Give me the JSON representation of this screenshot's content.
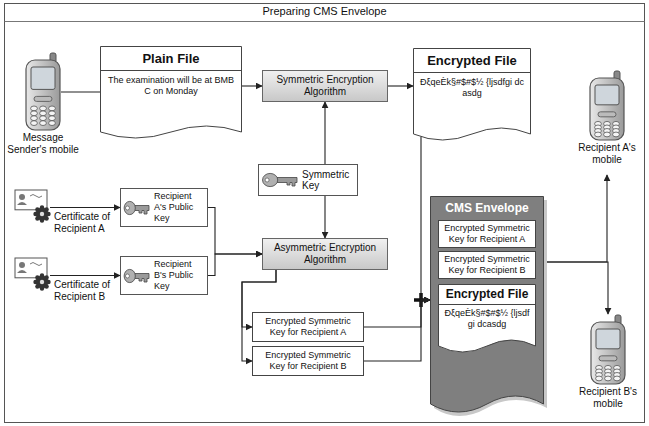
{
  "diagram": {
    "title": "Preparing CMS Envelope",
    "nodes": [
      {
        "text": [
          "Message Sender's mobile"
        ]
      },
      {
        "text": [
          "Plain File",
          "The examination will be at BMBC on Monday"
        ]
      },
      {
        "text": [
          "Symmetric Encryption Algorithm"
        ]
      },
      {
        "text": [
          "Encrypted File",
          "ÐξqeÈk§#$#$½ {ljsdfgi dcasdg"
        ]
      },
      {
        "text": [
          "Symmetric Key"
        ]
      },
      {
        "text": [
          "Certificate of Recipient A"
        ]
      },
      {
        "text": [
          "Recipient A's Public Key"
        ]
      },
      {
        "text": [
          "Certificate of Recipient B"
        ]
      },
      {
        "text": [
          "Recipient B's Public Key"
        ]
      },
      {
        "text": [
          "Asymmetric Encryption Algorithm"
        ]
      },
      {
        "text": [
          "Encrypted Symmetric Key for Recipient A"
        ]
      },
      {
        "text": [
          "Encrypted Symmetric Key for Recipient B"
        ]
      },
      {
        "text": [
          "CMS Envelope"
        ]
      },
      {
        "text": [
          "Encrypted Symmetric Key for Recipient A"
        ],
        "in": 12
      },
      {
        "text": [
          "Encrypted Symmetric Key for Recipient B"
        ],
        "in": 12
      },
      {
        "text": [
          "Encrypted File",
          "ÐξqeÈk§#$#$½ {ljsdfgi dcasdg"
        ],
        "in": 12
      },
      {
        "text": [
          "Recipient A's mobile"
        ]
      },
      {
        "text": [
          "Recipient B's mobile"
        ]
      }
    ],
    "edges": [
      {
        "from": 0,
        "to": 1,
        "arrow": "none"
      },
      {
        "from": 1,
        "to": 2,
        "arrow": "to"
      },
      {
        "from": 2,
        "to": 3,
        "arrow": "to"
      },
      {
        "from": 4,
        "to": 2,
        "arrow": "to"
      },
      {
        "from": 4,
        "to": 9,
        "arrow": "to"
      },
      {
        "from": 5,
        "to": 6,
        "arrow": "to"
      },
      {
        "from": 7,
        "to": 8,
        "arrow": "to"
      },
      {
        "from": 6,
        "to": 9,
        "arrow": "to"
      },
      {
        "from": 8,
        "to": 9,
        "arrow": "to"
      },
      {
        "from": 9,
        "to": 10,
        "arrow": "to"
      },
      {
        "from": 9,
        "to": 11,
        "arrow": "to"
      },
      {
        "from": 3,
        "to": 12,
        "arrow": "to"
      },
      {
        "from": 10,
        "to": 12,
        "arrow": "to"
      },
      {
        "from": 11,
        "to": 12,
        "arrow": "to"
      },
      {
        "from": 12,
        "to": 16,
        "arrow": "to"
      },
      {
        "from": 12,
        "to": 17,
        "arrow": "to"
      }
    ]
  }
}
